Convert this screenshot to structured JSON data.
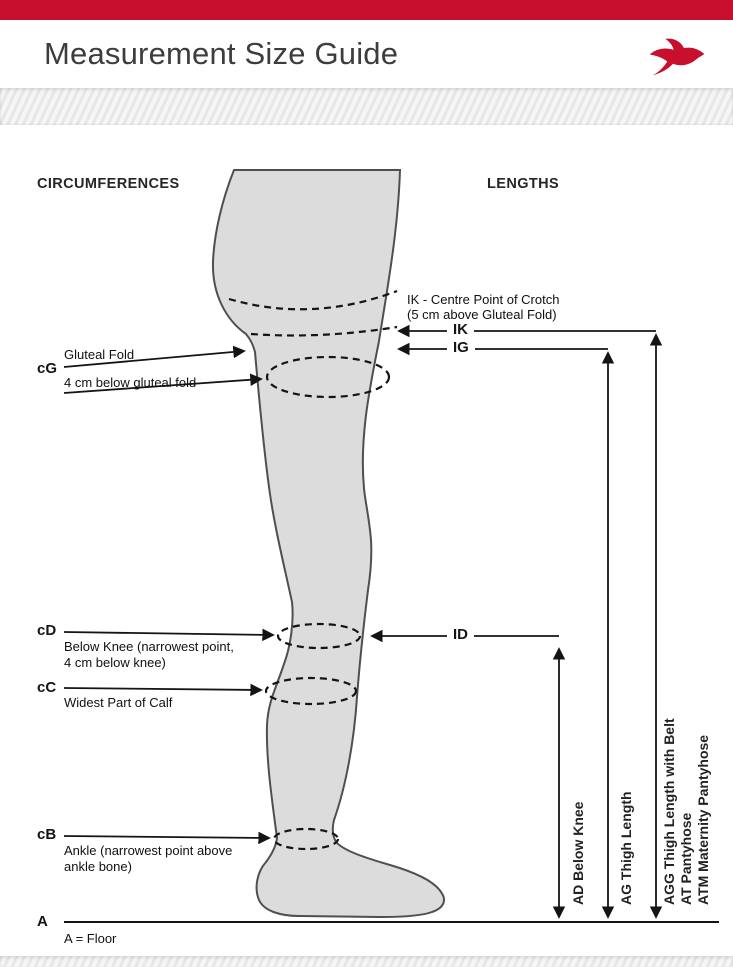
{
  "header": {
    "title": "Measurement Size Guide"
  },
  "columns": {
    "circumferences": "CIRCUMFERENCES",
    "lengths": "LENGTHS"
  },
  "circumference_labels": {
    "cG": {
      "code": "cG",
      "line1": "Gluteal Fold",
      "line2": "4 cm below gluteal fold"
    },
    "cD": {
      "code": "cD",
      "label": "Below Knee (narrowest point, 4 cm below knee)"
    },
    "cC": {
      "code": "cC",
      "label": "Widest Part of Calf"
    },
    "cB": {
      "code": "cB",
      "label": "Ankle (narrowest point above ankle bone)"
    },
    "A": {
      "code": "A",
      "label": "A = Floor"
    }
  },
  "length_labels": {
    "ik_note_line1": "IK - Centre Point of Crotch",
    "ik_note_line2": "(5 cm above Gluteal Fold)",
    "IK": "IK",
    "IG": "IG",
    "ID": "ID",
    "AD": "AD Below Knee",
    "AG": "AG Thigh Length",
    "AGG": "AGG Thigh Length with Belt",
    "AT": "AT Pantyhose",
    "ATM": "ATM Maternity Pantyhose"
  },
  "icons": {
    "logo": "swallow-bird-logo"
  },
  "colors": {
    "accent_red": "#c8102e",
    "leg_fill": "#dcdcdc",
    "line_color": "#141414"
  }
}
